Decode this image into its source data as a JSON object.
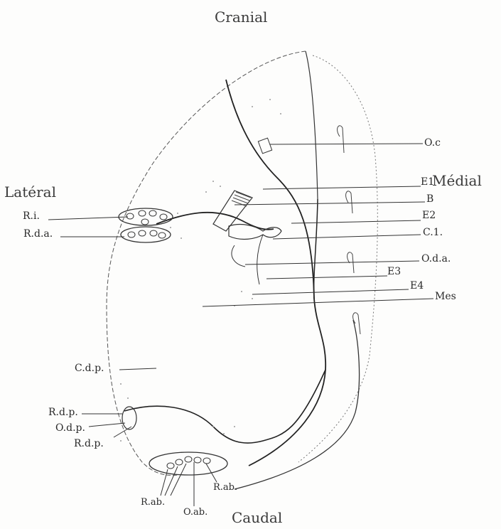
{
  "orientation": {
    "top": "Cranial",
    "bottom": "Caudal",
    "left": "Latéral",
    "right": "Médial"
  },
  "labels": {
    "oc": "O.c",
    "e1": "E1",
    "b": "B",
    "e2": "E2",
    "c1": "C.1.",
    "oda": "O.d.a.",
    "e3": "E3",
    "e4": "E4",
    "mes": "Mes",
    "ri": "R.i.",
    "rda": "R.d.a.",
    "cdp": "C.d.p.",
    "rdp_upper": "R.d.p.",
    "odp": "O.d.p.",
    "rdp_lower": "R.d.p.",
    "rab_right": "R.ab.",
    "rab_left": "R.ab.",
    "oab": "O.ab."
  },
  "colors": {
    "ink": "#2a2a2a",
    "stipple": "#9a9a9a",
    "paper": "#fdfdfc"
  }
}
